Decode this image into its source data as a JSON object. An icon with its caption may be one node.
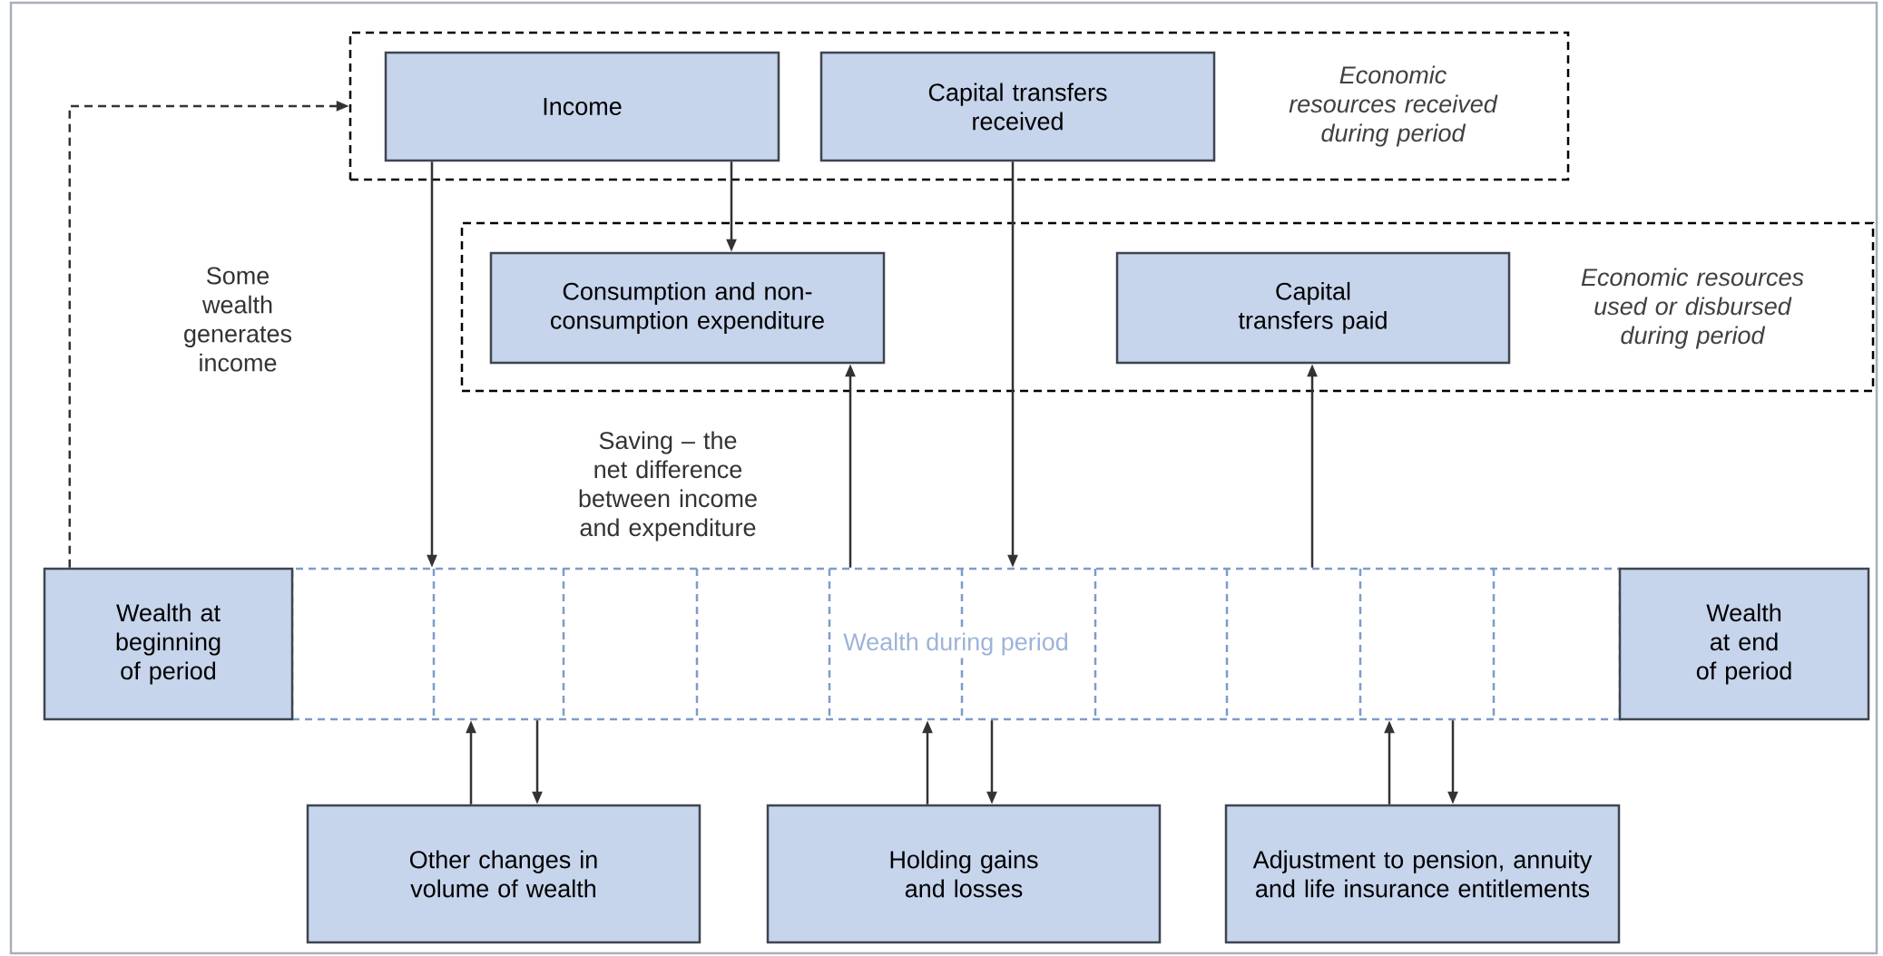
{
  "diagram": {
    "nodes": [
      {
        "text": [
          "Economic resources received during period"
        ]
      },
      {
        "text": [
          "Income"
        ],
        "in": 0
      },
      {
        "text": [
          "Capital transfers received"
        ],
        "in": 0
      },
      {
        "text": [
          "Economic resources used or disbursed during period"
        ]
      },
      {
        "text": [
          "Consumption and non-consumption expenditure"
        ],
        "in": 3
      },
      {
        "text": [
          "Capital transfers paid"
        ],
        "in": 3
      },
      {
        "text": [
          "Wealth during period"
        ]
      },
      {
        "text": [
          "Wealth at beginning of period"
        ]
      },
      {
        "text": [
          "Wealth at end of period"
        ]
      },
      {
        "text": [
          "Other changes in volume of wealth"
        ]
      },
      {
        "text": [
          "Holding gains and losses"
        ]
      },
      {
        "text": [
          "Adjustment to pension, annuity and life insurance entitlements"
        ]
      }
    ],
    "edges": [
      {
        "from": 7,
        "to": 0,
        "arrow": "to",
        "style": "dashed"
      },
      {
        "from": 1,
        "to": 6,
        "arrow": "to"
      },
      {
        "from": 1,
        "to": 4,
        "arrow": "to"
      },
      {
        "from": 2,
        "to": 6,
        "arrow": "to"
      },
      {
        "from": 6,
        "to": 4,
        "arrow": "to"
      },
      {
        "from": 6,
        "to": 5,
        "arrow": "to"
      },
      {
        "from": 9,
        "to": 6,
        "arrow": "to"
      },
      {
        "from": 6,
        "to": 9,
        "arrow": "to"
      },
      {
        "from": 10,
        "to": 6,
        "arrow": "to"
      },
      {
        "from": 6,
        "to": 10,
        "arrow": "to"
      },
      {
        "from": 11,
        "to": 6,
        "arrow": "to"
      },
      {
        "from": 6,
        "to": 11,
        "arrow": "to"
      }
    ],
    "labels": [
      "Some wealth generates income",
      "Saving – the net difference between income and expenditure"
    ]
  }
}
